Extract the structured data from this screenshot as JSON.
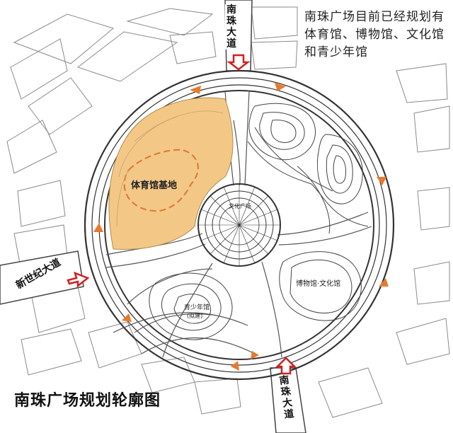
{
  "note": "南珠广场目前已经规划有体育馆、博物馆、文化馆和青少年馆",
  "caption": "南珠广场规划轮廓图",
  "roads": {
    "north": "南珠大道",
    "south": "南珠大道",
    "west": "新世纪大道"
  },
  "zones": {
    "gym_site": "体育馆基地",
    "center_plaza": "文化广场",
    "museum": "博物馆·文化馆",
    "youth_center_line1": "青少年馆",
    "youth_center_line2": "(拟建)"
  },
  "colors": {
    "gym_fill": "#f3c887",
    "gym_outline": "#e07b39",
    "arrow_orange": "#e67a2e",
    "arrow_red": "#d22020",
    "line": "#555555"
  }
}
